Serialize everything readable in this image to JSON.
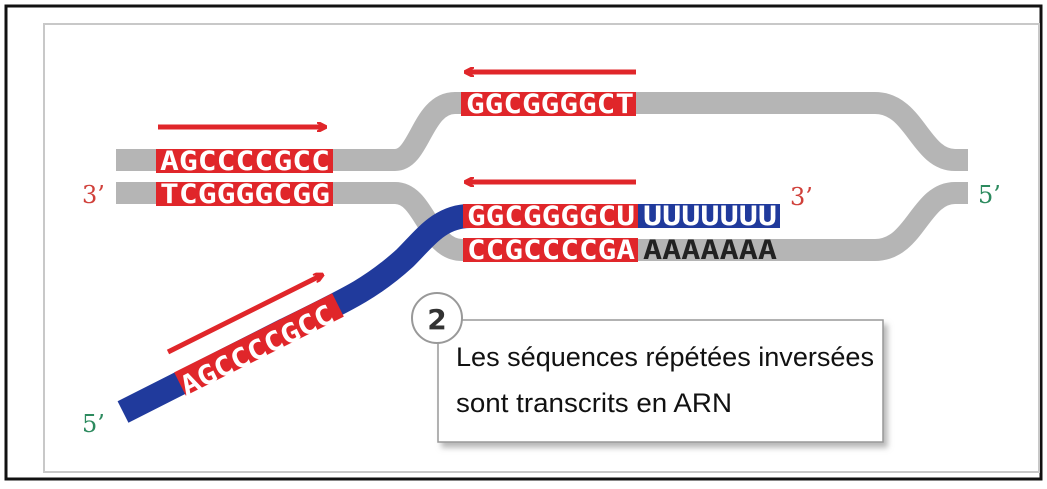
{
  "colors": {
    "red": "#e0262a",
    "blue": "#203a9c",
    "grey": "#b5b5b5",
    "green": "#2c8a5e",
    "label_red": "#d0403a",
    "frame": "#111111",
    "inner_border": "#c8c8c8"
  },
  "labels": {
    "left_3prime": "3’",
    "right_5prime": "5’",
    "rna_3prime": "3’",
    "rna_5prime": "5’"
  },
  "sequences": {
    "top_loop": "GGCGGGGCT",
    "left_top": "AGCCCCGCC",
    "left_bottom": "TCGGGGCGG",
    "rna_inner": "GGCGGGGCU",
    "rna_tail": "UUUUUUU",
    "bottom_inner": "CCGCCCCGA",
    "bottom_tail": "AAAAAAA",
    "rna_diag": "AGCCCCGCC"
  },
  "callout": {
    "step": "2",
    "line1": "Les séquences répétées inversées",
    "line2": "sont transcrits en ARN"
  }
}
